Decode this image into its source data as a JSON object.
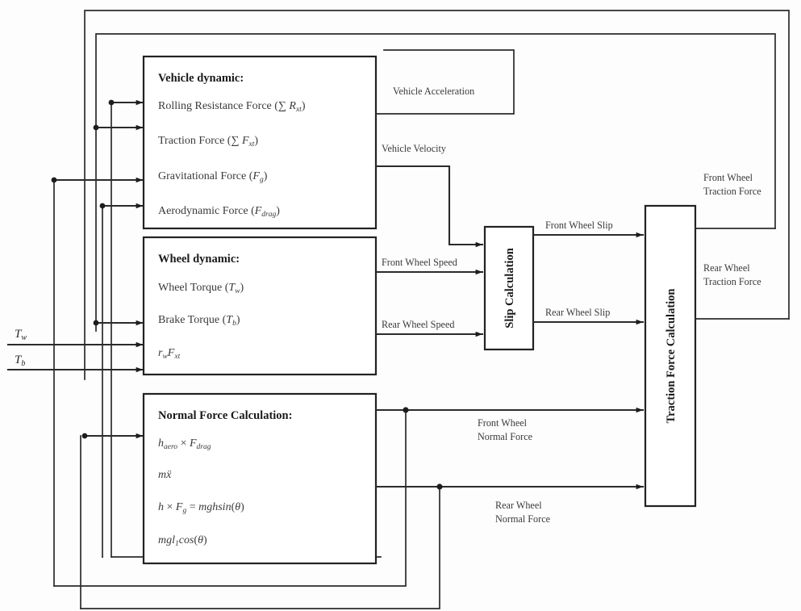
{
  "figure": {
    "type": "block-diagram",
    "title": "Vehicle longitudinal dynamics block diagram",
    "background_color": "#fdfdfd",
    "line_color": "#2b2b2b",
    "text_color": "#2a2a2a"
  },
  "blocks": {
    "vehicle_dynamic": {
      "title": "Vehicle dynamic:",
      "lines": [
        {
          "text": "Rolling Resistance Force (",
          "sym": "∑ R",
          "sub": "xt",
          "close": ")"
        },
        {
          "text": "Traction Force (",
          "sym": "∑ F",
          "sub": "xt",
          "close": ")"
        },
        {
          "text": "Gravitational Force (",
          "sym": "F",
          "sub": "g",
          "close": ")"
        },
        {
          "text": "Aerodynamic Force (",
          "sym": "F",
          "sub": "drag",
          "close": ")"
        }
      ],
      "line_plain": [
        "Rolling Resistance Force (∑ Rxt)",
        "Traction Force (∑ Fxt)",
        "Gravitational Force (Fg)",
        "Aerodynamic Force (Fdrag)"
      ]
    },
    "wheel_dynamic": {
      "title": "Wheel dynamic:",
      "line_plain": [
        "Wheel Torque (Tw)",
        "Brake Torque (Tb)",
        "rw Fxt"
      ]
    },
    "normal_force": {
      "title": "Normal Force Calculation:",
      "line_plain": [
        "haero × Fdrag",
        "mẍ",
        "h × Fg = mghsin(θ)",
        "mgl1cos(θ)"
      ]
    },
    "slip_calculation": {
      "title": "Slip Calculation",
      "orientation": "vertical"
    },
    "traction_force_calculation": {
      "title": "Traction Force Calculation",
      "orientation": "vertical"
    }
  },
  "inputs": [
    {
      "id": "tw",
      "label": "T",
      "sub": "w",
      "plain": "Tw"
    },
    {
      "id": "tb",
      "label": "T",
      "sub": "b",
      "plain": "Tb"
    }
  ],
  "signals": {
    "vehicle_acceleration": "Vehicle Acceleration",
    "vehicle_velocity": "Vehicle Velocity",
    "front_wheel_speed": "Front Wheel  Speed",
    "rear_wheel_speed": "Rear Wheel  Speed",
    "front_wheel_slip": "Front Wheel Slip",
    "rear_wheel_slip": "Rear Wheel Slip",
    "front_wheel_normal_force_l1": "Front Wheel",
    "front_wheel_normal_force_l2": "Normal Force",
    "rear_wheel_normal_force_l1": "Rear Wheel",
    "rear_wheel_normal_force_l2": "Normal Force",
    "front_wheel_traction_force_l1": "Front Wheel",
    "front_wheel_traction_force_l2": "Traction Force",
    "rear_wheel_traction_force_l1": "Rear Wheel",
    "rear_wheel_traction_force_l2": "Traction Force"
  }
}
